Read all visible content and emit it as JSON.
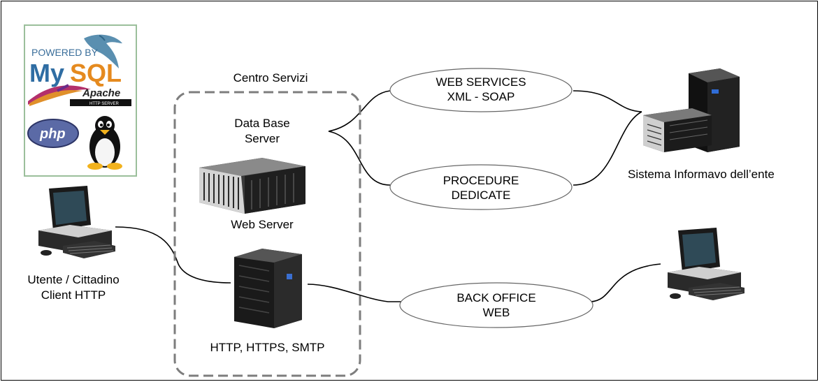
{
  "logo_panel": {
    "powered_by": "POWERED BY",
    "mysql": "MySQL",
    "apache": "Apache",
    "apache_sub": "HTTP SERVER",
    "php": "php"
  },
  "centro_servizi": {
    "title": "Centro Servizi",
    "db_server_line1": "Data Base",
    "db_server_line2": "Server",
    "web_server": "Web Server",
    "protocols": "HTTP, HTTPS, SMTP"
  },
  "client": {
    "line1": "Utente / Cittadino",
    "line2": "Client HTTP"
  },
  "ellipses": {
    "web_services_line1": "WEB SERVICES",
    "web_services_line2": "XML - SOAP",
    "procedure_line1": "PROCEDURE",
    "procedure_line2": "DEDICATE",
    "back_office_line1": "BACK OFFICE",
    "back_office_line2": "WEB"
  },
  "sistema": {
    "label": "Sistema Informavo dell’ente"
  },
  "icons": [
    "mysql-dolphin-icon",
    "apache-feather-icon",
    "php-logo-icon",
    "tux-penguin-icon",
    "blade-server-icon",
    "rack-server-icon",
    "mainframe-server-icon",
    "desktop-computer-icon"
  ]
}
